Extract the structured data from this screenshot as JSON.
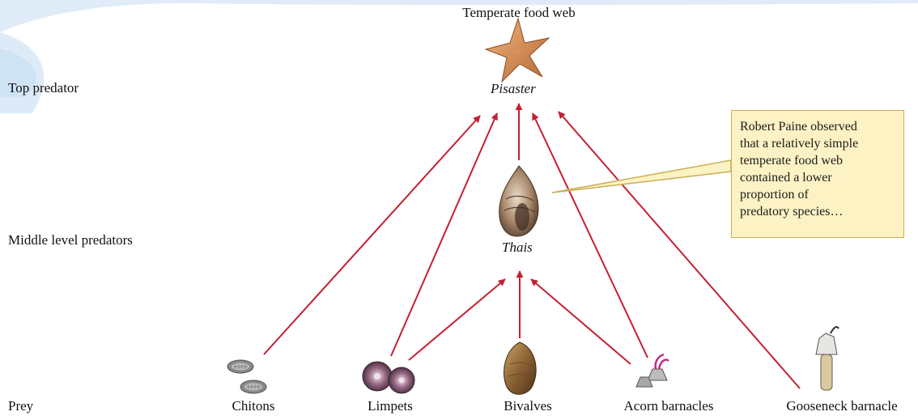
{
  "title": "Temperate food web",
  "levels": {
    "top": "Top predator",
    "middle": "Middle level predators",
    "prey": "Prey"
  },
  "species": {
    "top": "Pisaster",
    "middle": "Thais"
  },
  "prey_items": [
    {
      "label": "Chitons"
    },
    {
      "label": "Limpets"
    },
    {
      "label": "Bivalves"
    },
    {
      "label": "Acorn barnacles"
    },
    {
      "label": "Gooseneck barnacle"
    }
  ],
  "callout": {
    "lines": [
      "Robert Paine observed",
      "that a relatively simple",
      "temperate food web",
      "contained a lower",
      "proportion of",
      "predatory species…"
    ]
  },
  "colors": {
    "arrow": "#c41f32",
    "callout_bg": "#fdf2c4",
    "callout_border": "#c9ae55"
  }
}
